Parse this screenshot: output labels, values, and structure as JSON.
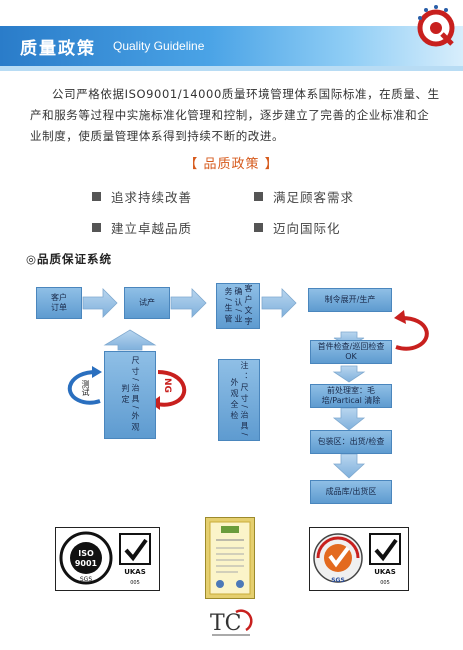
{
  "header": {
    "title_cn": "质量政策",
    "title_en": "Quality Guideline"
  },
  "intro": "公司严格依据ISO9001/14000质量环境管理体系国际标准，在质量、生产和服务等过程中实施标准化管理和控制，逐步建立了完善的企业标准和企业制度，使质量管理体系得到持续不断的改进。",
  "policy": {
    "title": "【 品质政策 】",
    "items": [
      "追求持续改善",
      "满足顾客需求",
      "建立卓越品质",
      "迈向国际化"
    ]
  },
  "system": {
    "title": "◎品质保证系统"
  },
  "flow": {
    "order": "客户订单",
    "trial": "试产",
    "confirm": "客户文字确认/业务/生管",
    "measure_check": "尺寸/治具/外观判定",
    "measure_check2": "注：尺寸/治具/外观全检",
    "test": "测试",
    "ng": "NG",
    "production": "制令展开/生产",
    "first_check": "首件检查/巡回检查OK",
    "pre_ship": "前处理室：毛培/Partical 清除",
    "pack": "包装区：出货/检查",
    "warehouse": "成品库/出货区"
  },
  "certs": {
    "cert1": {
      "iso": "ISO",
      "num": "9001",
      "sgs": "SGS",
      "ukas": "UKAS",
      "code": "005"
    },
    "cert3": {
      "sgs": "SGS",
      "ukas": "UKAS",
      "code": "005"
    }
  },
  "footer": {
    "logo": "TC"
  },
  "colors": {
    "header": "#2a7cc9",
    "flow_box": "#7ab0dc",
    "ng_arrow": "#c8201e",
    "policy_title": "#d65a1c"
  }
}
